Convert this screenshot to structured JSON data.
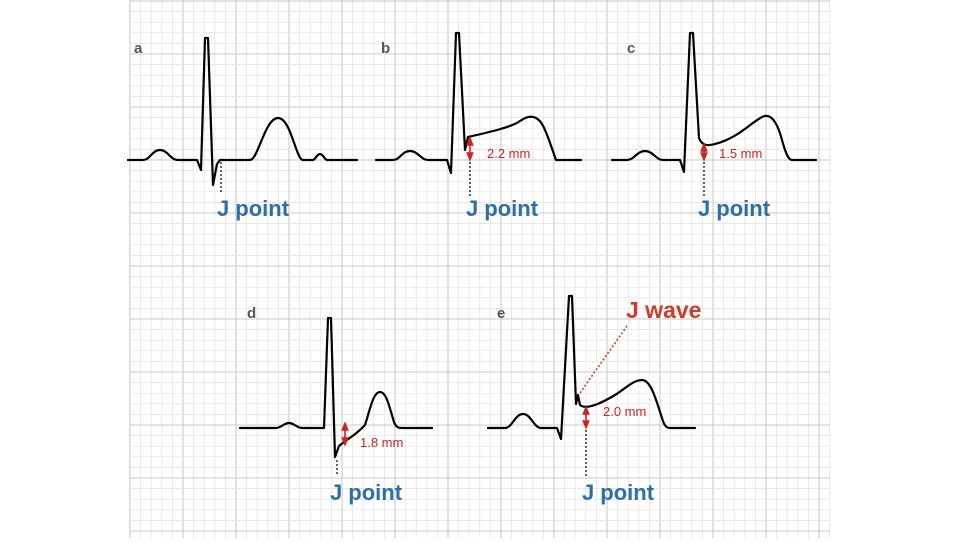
{
  "colors": {
    "grid_minor": "#e2e2e2",
    "grid_major": "#c9c9c9",
    "trace": "#000000",
    "j_point_label": "#2e6ea6",
    "measurement": "#d0231f",
    "j_wave_label": "#d03a26"
  },
  "panels": {
    "a": {
      "label": "a",
      "j_point": "J point"
    },
    "b": {
      "label": "b",
      "j_point": "J point",
      "measurement": "2.2 mm"
    },
    "c": {
      "label": "c",
      "j_point": "J point",
      "measurement": "1.5 mm"
    },
    "d": {
      "label": "d",
      "j_point": "J point",
      "measurement": "1.8 mm"
    },
    "e": {
      "label": "e",
      "j_point": "J point",
      "measurement": "2.0 mm",
      "j_wave": "J wave"
    }
  }
}
